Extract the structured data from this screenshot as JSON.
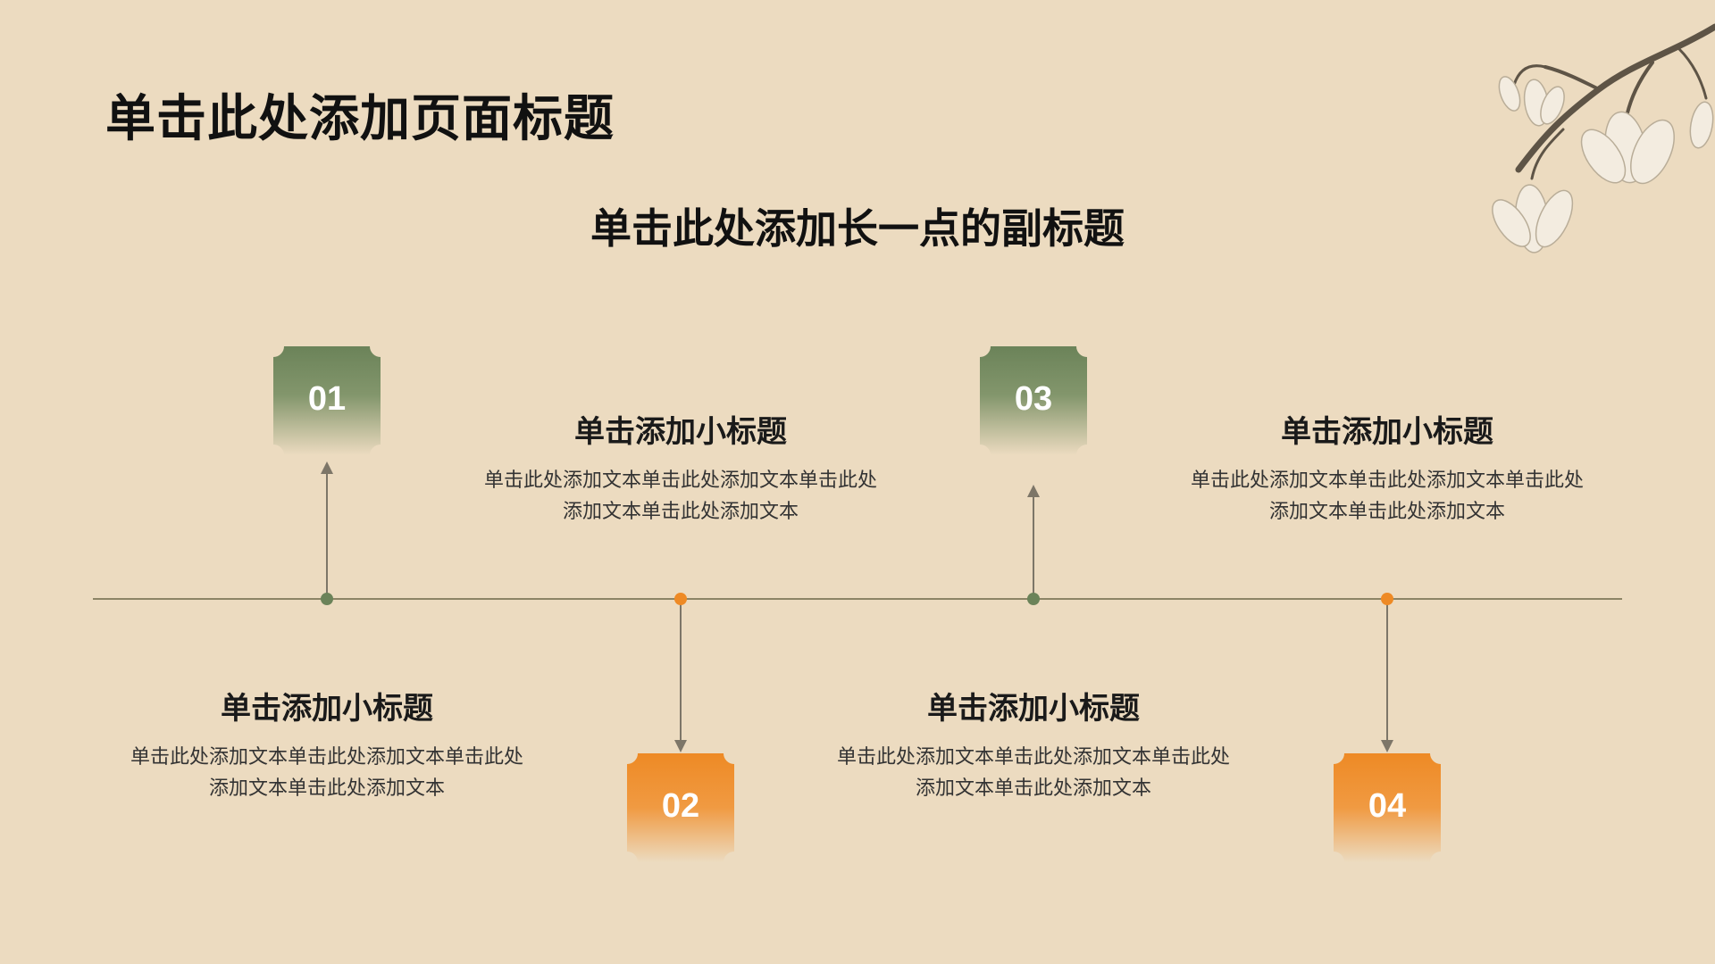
{
  "page": {
    "title": "单击此处添加页面标题",
    "subtitle": "单击此处添加长一点的副标题"
  },
  "colors": {
    "background": "#ecdbc0",
    "green": "#6b8359",
    "orange": "#ee8a25",
    "axis": "#8c8466",
    "arrow": "#7d7668"
  },
  "decoration": {
    "icon": "magnolia-branch-icon"
  },
  "steps": [
    {
      "number": "01",
      "color": "green",
      "title": "单击添加小标题",
      "text_line1": "单击此处添加文本单击此处添加文本单击此处",
      "text_line2": "添加文本单击此处添加文本"
    },
    {
      "number": "02",
      "color": "orange",
      "title": "单击添加小标题",
      "text_line1": "单击此处添加文本单击此处添加文本单击此处",
      "text_line2": "添加文本单击此处添加文本"
    },
    {
      "number": "03",
      "color": "green",
      "title": "单击添加小标题",
      "text_line1": "单击此处添加文本单击此处添加文本单击此处",
      "text_line2": "添加文本单击此处添加文本"
    },
    {
      "number": "04",
      "color": "orange",
      "title": "单击添加小标题",
      "text_line1": "单击此处添加文本单击此处添加文本单击此处",
      "text_line2": "添加文本单击此处添加文本"
    }
  ]
}
